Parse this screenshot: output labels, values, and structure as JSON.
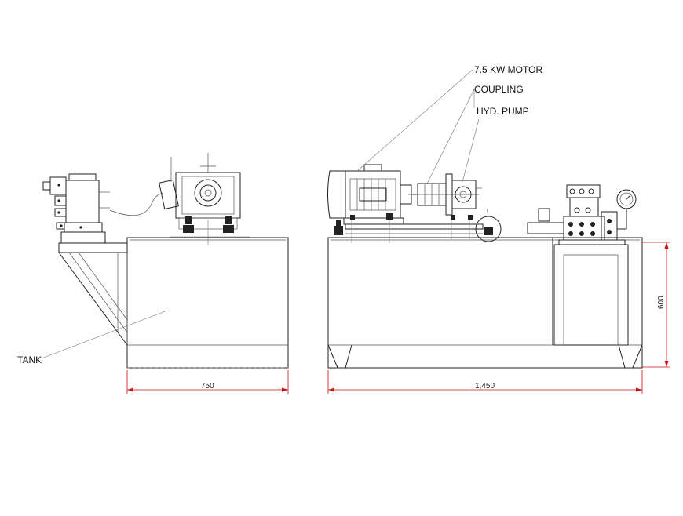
{
  "labels": {
    "motor": "7.5 KW MOTOR",
    "coupling": "COUPLING",
    "pump": "HYD. PUMP",
    "tank": "TANK"
  },
  "dimensions": {
    "side_width": "750",
    "front_width": "1,450",
    "height": "600"
  },
  "colors": {
    "line": "#222222",
    "dimension": "#cc1111",
    "background": "#ffffff"
  }
}
